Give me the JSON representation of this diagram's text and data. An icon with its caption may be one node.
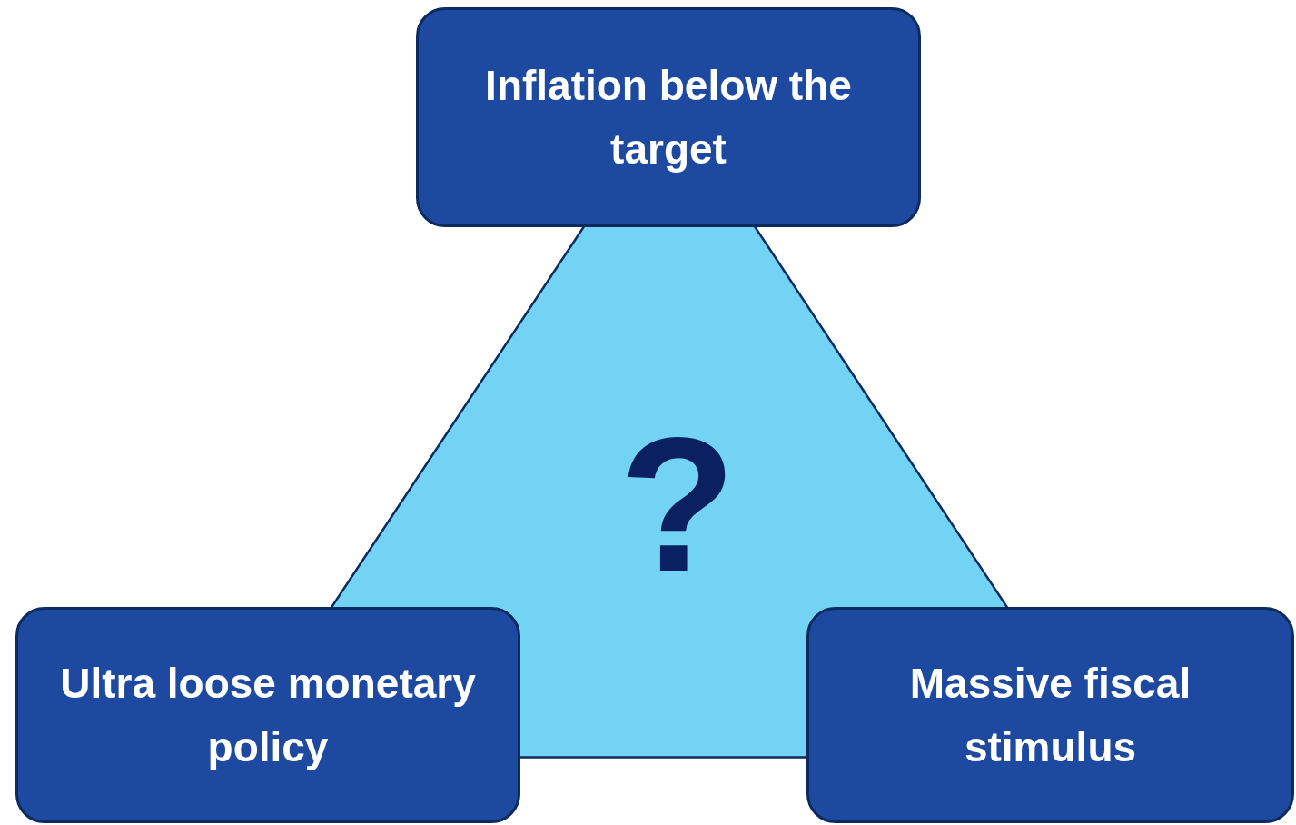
{
  "diagram": {
    "nodes": [
      {
        "text": [
          "Inflation below the target"
        ]
      },
      {
        "text": [
          "?"
        ]
      },
      {
        "text": [
          "Ultra loose monetary policy"
        ]
      },
      {
        "text": [
          "Massive fiscal stimulus"
        ]
      }
    ]
  }
}
